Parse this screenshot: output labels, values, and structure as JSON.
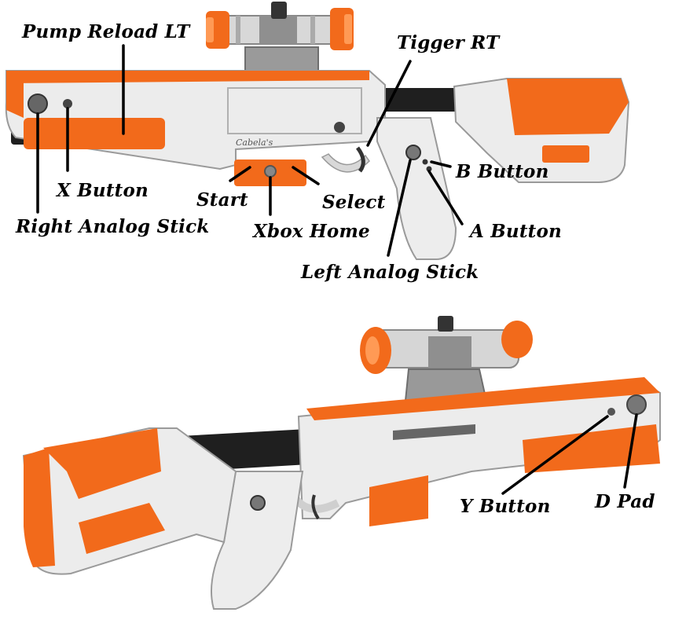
{
  "labels": {
    "pump_reload_lt": "Pump Reload LT",
    "tigger_rt": "Tigger RT",
    "x_button": "X Button",
    "b_button": "B Button",
    "start": "Start",
    "select": "Select",
    "right_analog_stick": "Right Analog Stick",
    "xbox_home": "Xbox Home",
    "a_button": "A Button",
    "left_analog_stick": "Left Analog Stick",
    "y_button": "Y Button",
    "d_pad": "D Pad"
  },
  "brand": "Cabela's",
  "colors": {
    "body": "#e9e9e9",
    "accent": "#f26a1b",
    "barrel": "#1f1f1f",
    "scope": "#a9a9a9"
  }
}
